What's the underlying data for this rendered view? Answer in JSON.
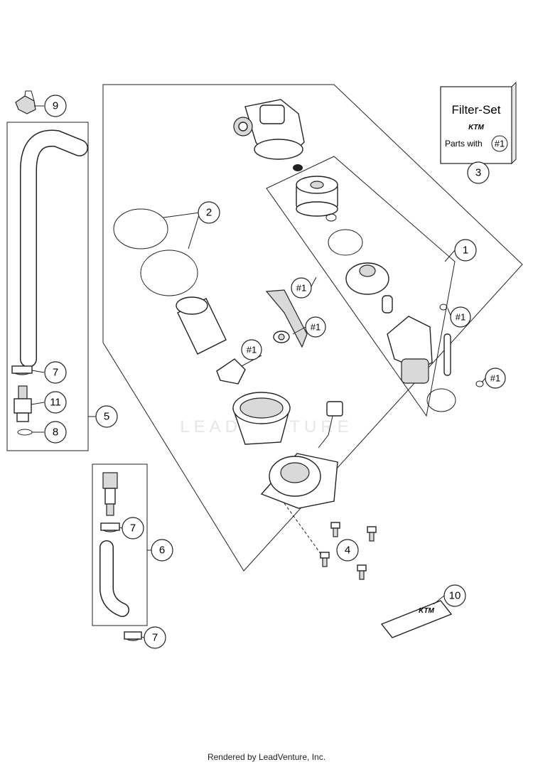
{
  "watermark": "LEADVENTURE",
  "footer": "Rendered by LeadVenture, Inc.",
  "filter_set_card": {
    "title": "Filter-Set",
    "brand": "KTM",
    "parts_with_label": "Parts with",
    "parts_with_ref": "#1"
  },
  "tag_plate_text": "KTM",
  "callouts": {
    "c1": "1",
    "c2": "2",
    "c3": "3",
    "c4": "4",
    "c5": "5",
    "c6": "6",
    "c7a": "7",
    "c7b": "7",
    "c7c": "7",
    "c8": "8",
    "c9": "9",
    "c10": "10",
    "c11": "11"
  },
  "refs": {
    "r1": "#1",
    "r2": "#1",
    "r3": "#1",
    "r4": "#1",
    "r5": "#1"
  }
}
